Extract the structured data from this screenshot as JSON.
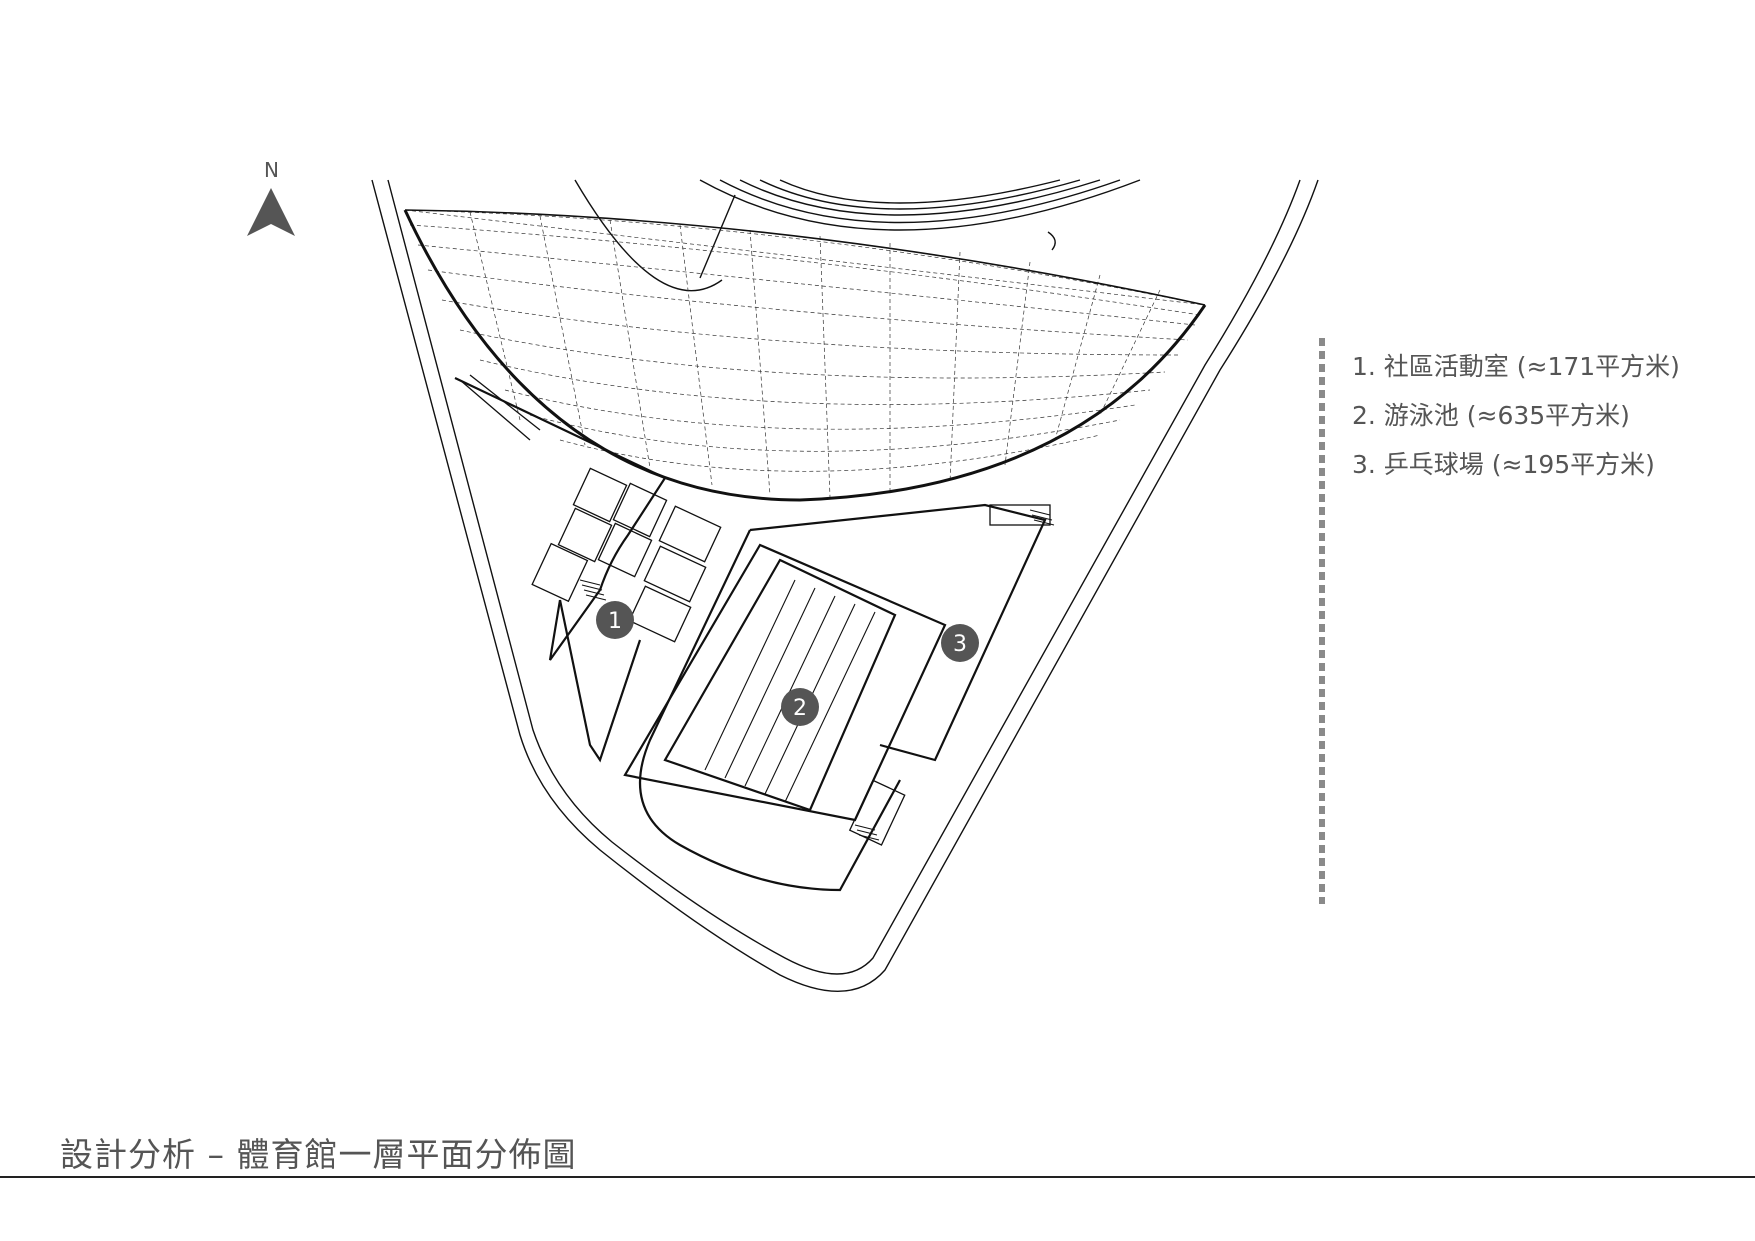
{
  "north": {
    "label": "N",
    "icon": "north-arrow-icon"
  },
  "legend": {
    "items": [
      {
        "number": "1",
        "text": "1. 社區活動室 (≈171平方米)"
      },
      {
        "number": "2",
        "text": "2. 游泳池 (≈635平方米)"
      },
      {
        "number": "3",
        "text": "3. 乒乓球場 (≈195平方米)"
      }
    ]
  },
  "markers": [
    "1",
    "2",
    "3"
  ],
  "footer": {
    "title": "設計分析 – 體育館一層平面分佈圖"
  },
  "colors": {
    "text": "#555555",
    "marker": "#555555",
    "line": "#111111",
    "rule": "#222222"
  }
}
